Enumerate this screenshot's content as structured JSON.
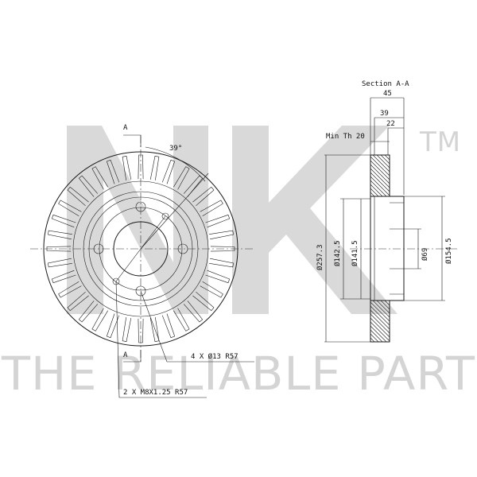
{
  "watermark": {
    "logo_text": "NK",
    "trademark": "TM",
    "slogan": "THE RELIABLE PART"
  },
  "front_view": {
    "section_label_top": "A",
    "section_label_bottom": "A",
    "angle_label": "39°",
    "holes_note": "4 X Ø13   R57",
    "threads_note": "2 X M8X1.25   R57"
  },
  "section_view": {
    "title": "Section  A-A",
    "dim_overall_width": "45",
    "dim_hat_width": "39",
    "dim_flange_width": "22",
    "min_thickness": "Min Th 20",
    "dia_outer": "Ø257.3",
    "dia_hat_outer": "Ø142.5",
    "dia_hat_inner": "Ø141.5",
    "dia_center_bore": "Ø69",
    "dia_hub": "Ø154.5"
  },
  "colors": {
    "line": "#1a1a1a",
    "watermark": "#d9d9d9"
  }
}
